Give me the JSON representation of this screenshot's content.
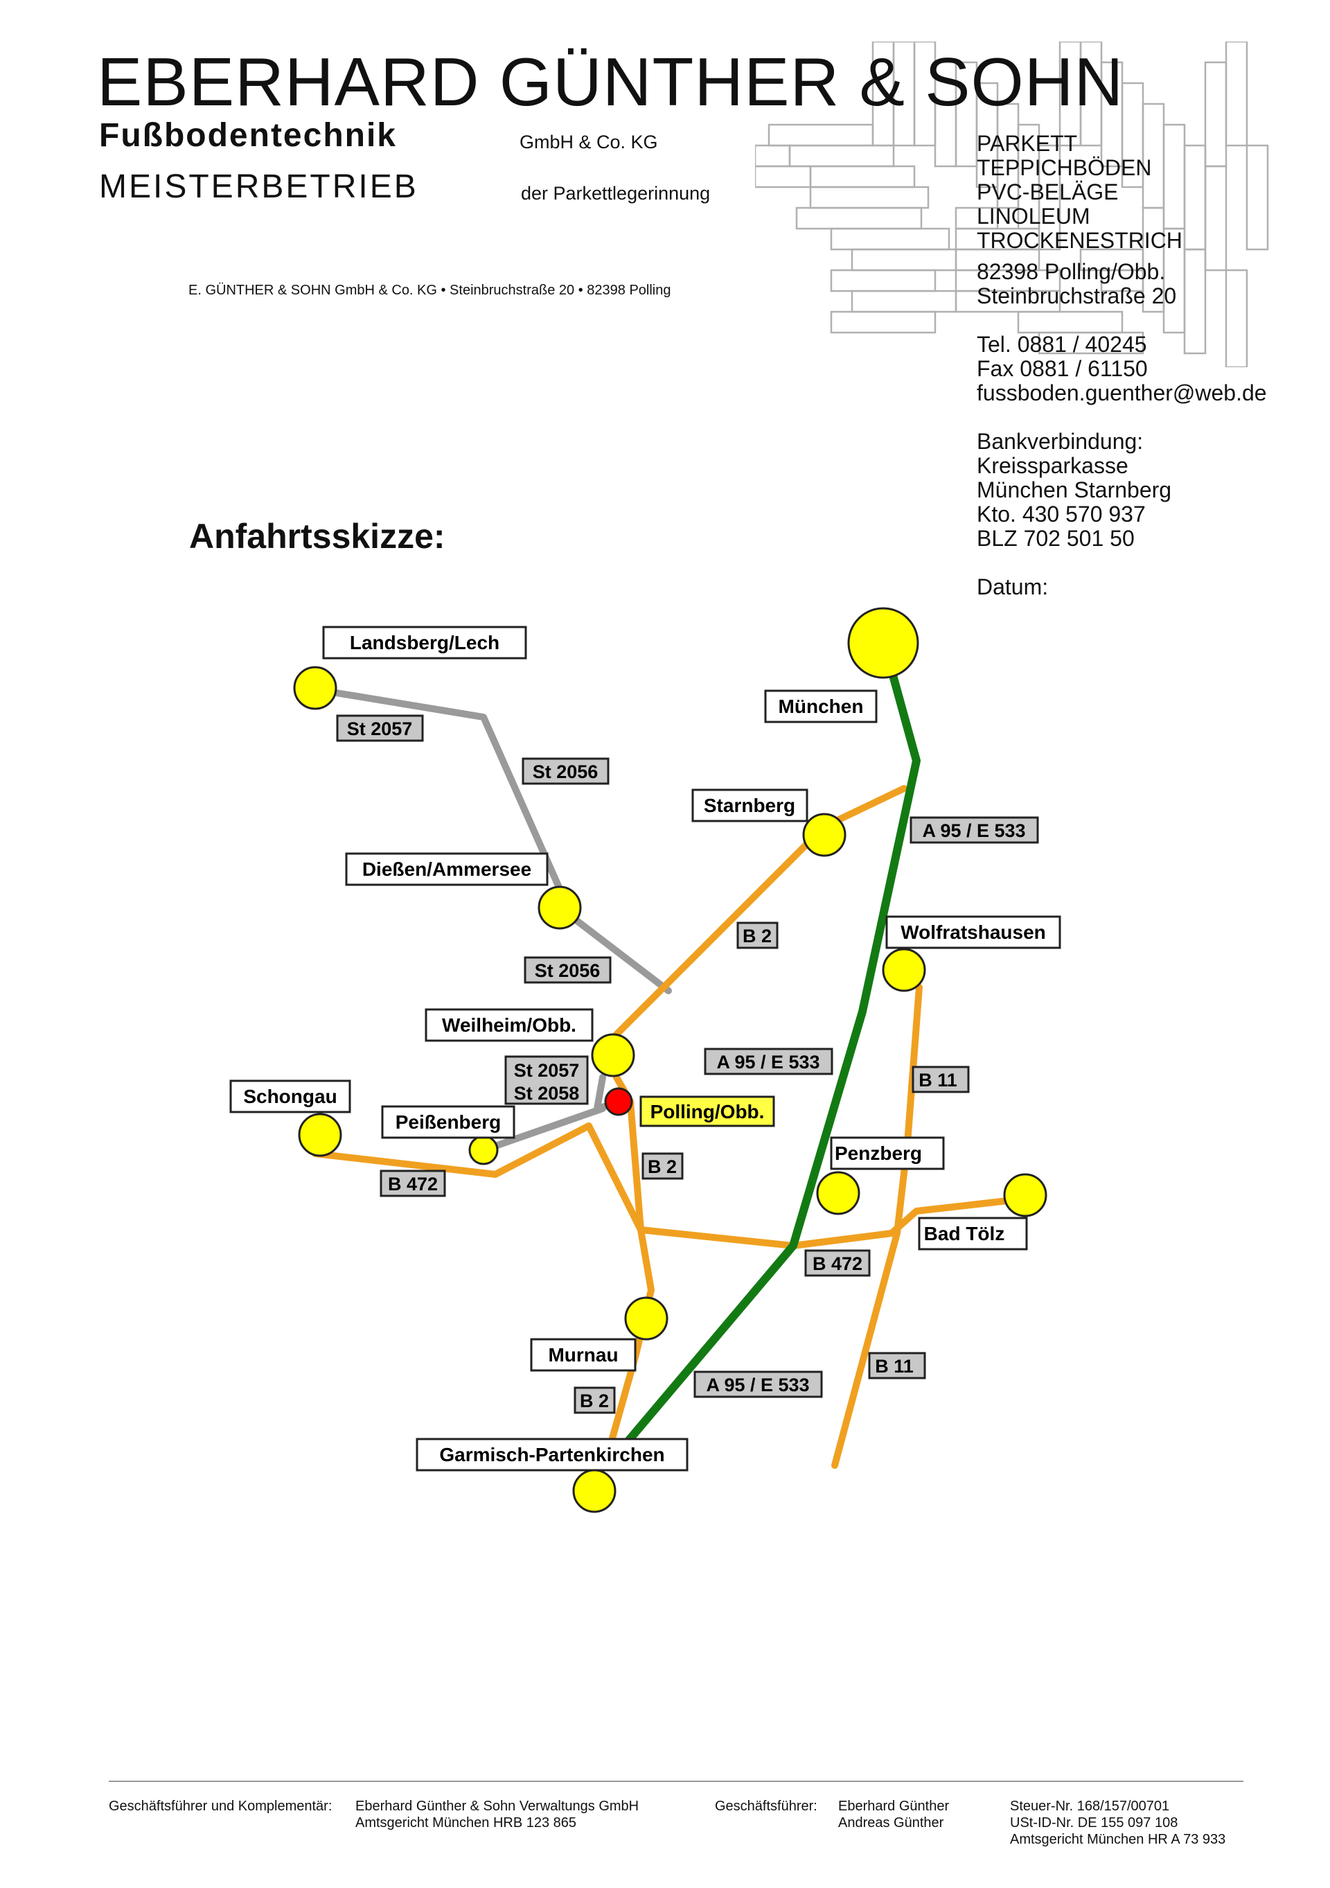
{
  "letterhead": {
    "company_name": "EBERHARD GÜNTHER & SOHN",
    "subtitle": "Fußbodentechnik",
    "legal_form": "GmbH & Co. KG",
    "master": "MEISTERBETRIEB",
    "guild": "der Parkettlegerinnung",
    "return_address": "E. GÜNTHER & SOHN GmbH & Co. KG • Steinbruchstraße 20 • 82398 Polling"
  },
  "services": [
    "PARKETT",
    "TEPPICHBÖDEN",
    "PVC-BELÄGE",
    "LINOLEUM",
    "TROCKENESTRICH"
  ],
  "contact": {
    "city": "82398 Polling/Obb.",
    "street": "Steinbruchstraße 20",
    "tel": "Tel. 0881 / 40245",
    "fax": "Fax 0881 / 61150",
    "email": "fussboden.guenther@web.de"
  },
  "bank": {
    "heading": "Bankverbindung:",
    "name": "Kreissparkasse",
    "branch": "München Starnberg",
    "account": "Kto. 430 570 937",
    "blz": "BLZ 702 501 50"
  },
  "date_label": "Datum:",
  "sketch_title": "Anfahrtsskizze:",
  "map": {
    "colors": {
      "motorway": "#137a13",
      "federal_road": "#f0a020",
      "state_road": "#9a9a9a",
      "town": "#ffff00",
      "destination": "#ff0000",
      "destination_label_bg": "#ffff44",
      "road_label_bg": "#c8c8c8"
    },
    "towns": {
      "landsberg": "Landsberg/Lech",
      "muenchen": "München",
      "starnberg": "Starnberg",
      "diessen": "Dießen/Ammersee",
      "wolfratshausen": "Wolfratshausen",
      "weilheim": "Weilheim/Obb.",
      "schongau": "Schongau",
      "peissenberg": "Peißenberg",
      "polling": "Polling/Obb.",
      "penzberg": "Penzberg",
      "bad_toelz": "Bad Tölz",
      "murnau": "Murnau",
      "garmisch": "Garmisch-Partenkirchen"
    },
    "roads": {
      "st2057_a": "St 2057",
      "st2056_a": "St 2056",
      "a95_a": "A 95 / E 533",
      "b2_a": "B 2",
      "st2056_b": "St 2056",
      "a95_b": "A 95 / E 533",
      "st2057_b": "St 2057",
      "st2058": "St 2058",
      "b11_a": "B 11",
      "b2_b": "B 2",
      "b472_a": "B 472",
      "b472_b": "B 472",
      "b11_b": "B 11",
      "a95_c": "A 95 / E 533",
      "b2_c": "B 2"
    }
  },
  "footer": {
    "col1_label": "Geschäftsführer und Komplementär:",
    "col1_line1": "Eberhard Günther & Sohn Verwaltungs GmbH",
    "col1_line2": "Amtsgericht München HRB 123 865",
    "col2_label": "Geschäftsführer:",
    "col2_line1": "Eberhard Günther",
    "col2_line2": "Andreas Günther",
    "col3_line1": "Steuer-Nr. 168/157/00701",
    "col3_line2": "USt-ID-Nr. DE 155 097 108",
    "col3_line3": "Amtsgericht München HR A 73 933"
  }
}
